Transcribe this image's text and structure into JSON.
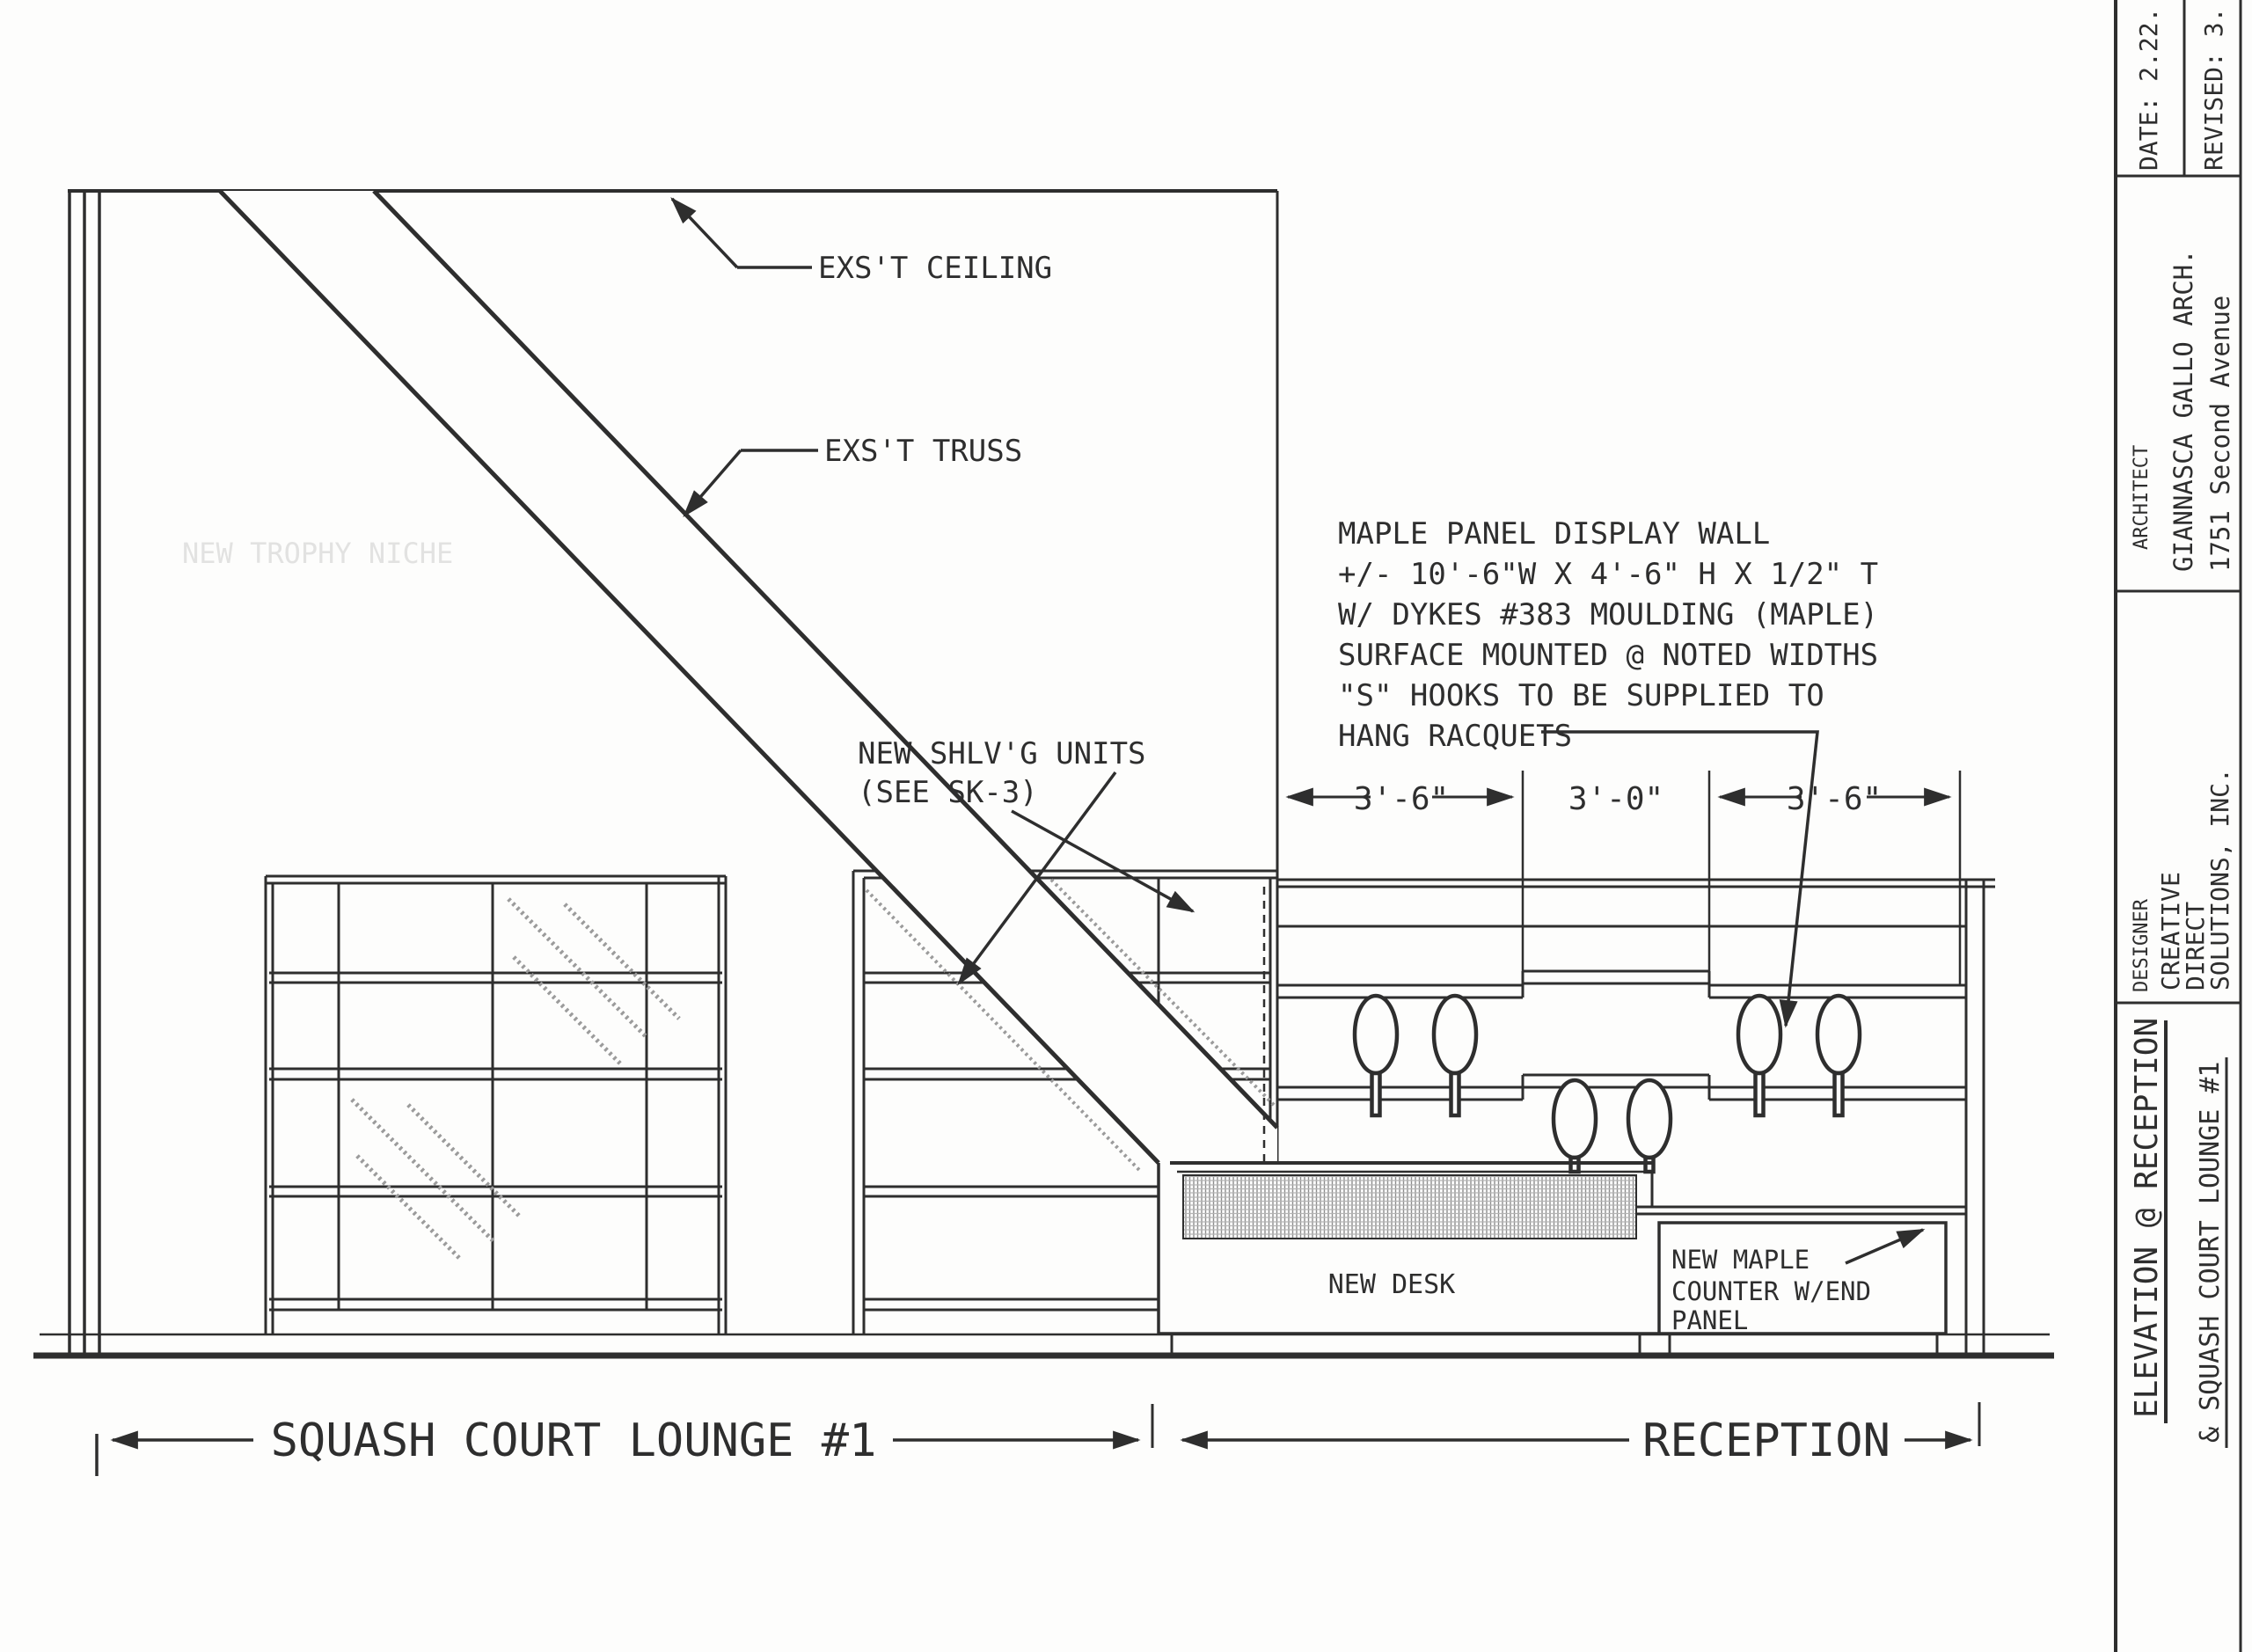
{
  "labels": {
    "exst_ceiling": "EXS'T CEILING",
    "exst_truss": "EXS'T TRUSS",
    "shlvg_line1": "NEW SHLV'G UNITS",
    "shlvg_line2": "(SEE SK-3)",
    "faint_line1": "NEW TROPHY NICHE",
    "new_desk": "NEW DESK",
    "counter_line1": "NEW MAPLE",
    "counter_line2": "COUNTER W/END",
    "counter_line3": "PANEL"
  },
  "note_block": {
    "lines": [
      "MAPLE PANEL DISPLAY WALL",
      "+/- 10'-6\"W X 4'-6\" H X 1/2\" T",
      "W/ DYKES #383 MOULDING (MAPLE)",
      "SURFACE MOUNTED @ NOTED WIDTHS",
      "\"S\" HOOKS TO BE SUPPLIED TO",
      "HANG RACQUETS"
    ]
  },
  "dimensions": {
    "d1": "3'-6\"",
    "d2": "3'-0\"",
    "d3": "3'-6\""
  },
  "rooms": {
    "left": "SQUASH COURT LOUNGE #1",
    "right": "RECEPTION"
  },
  "title_block": {
    "date": "DATE: 2.22.",
    "revised": "REVISED: 3.",
    "architect_label": "ARCHITECT",
    "architect_name": "GIANNASCA GALLO ARCH.",
    "architect_address": "1751 Second Avenue",
    "designer_label": "DESIGNER",
    "designer_line1": "CREATIVE",
    "designer_line2": "DIRECT",
    "designer_line3": "SOLUTIONS, INC.",
    "title_line1": "ELEVATION @ RECEPTION",
    "title_line2": "& SQUASH COURT LOUNGE #1"
  },
  "colors": {
    "ink": "#2e2e2e",
    "paper": "#fdfdfc",
    "faint": "#c8c8c8",
    "glass": "#9b9b9b"
  }
}
